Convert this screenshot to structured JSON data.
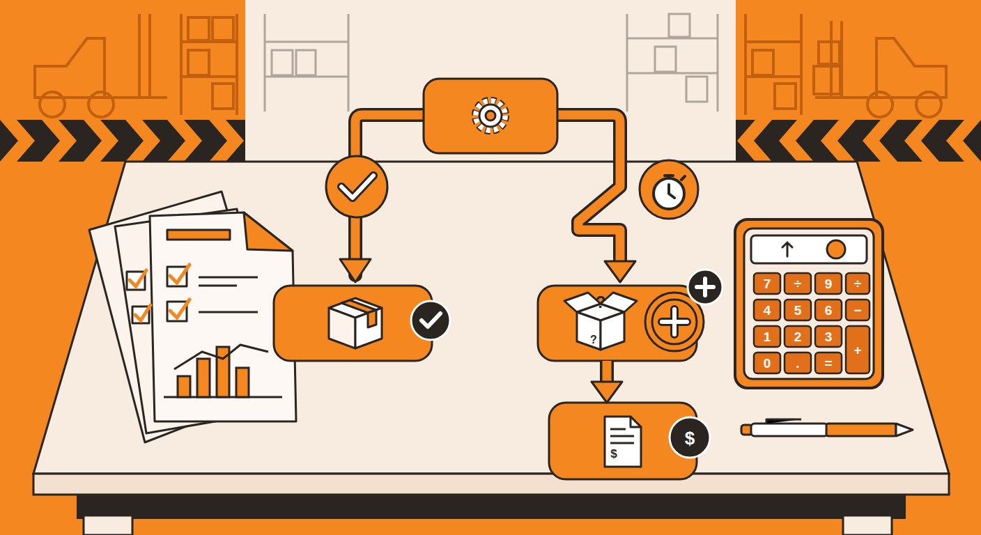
{
  "diagram": {
    "nodes": [
      {
        "text": [
          "?",
          "?"
        ]
      },
      {
        "text": [
          "$",
          "$"
        ]
      }
    ],
    "edges": [
      {
        "from": 0,
        "to": 1,
        "arrow": "to"
      }
    ],
    "labels": [
      "7",
      "÷",
      "9",
      "÷",
      "4",
      "5",
      "6",
      "−",
      "1",
      "2",
      "3",
      "+",
      "0",
      ".",
      "="
    ]
  }
}
